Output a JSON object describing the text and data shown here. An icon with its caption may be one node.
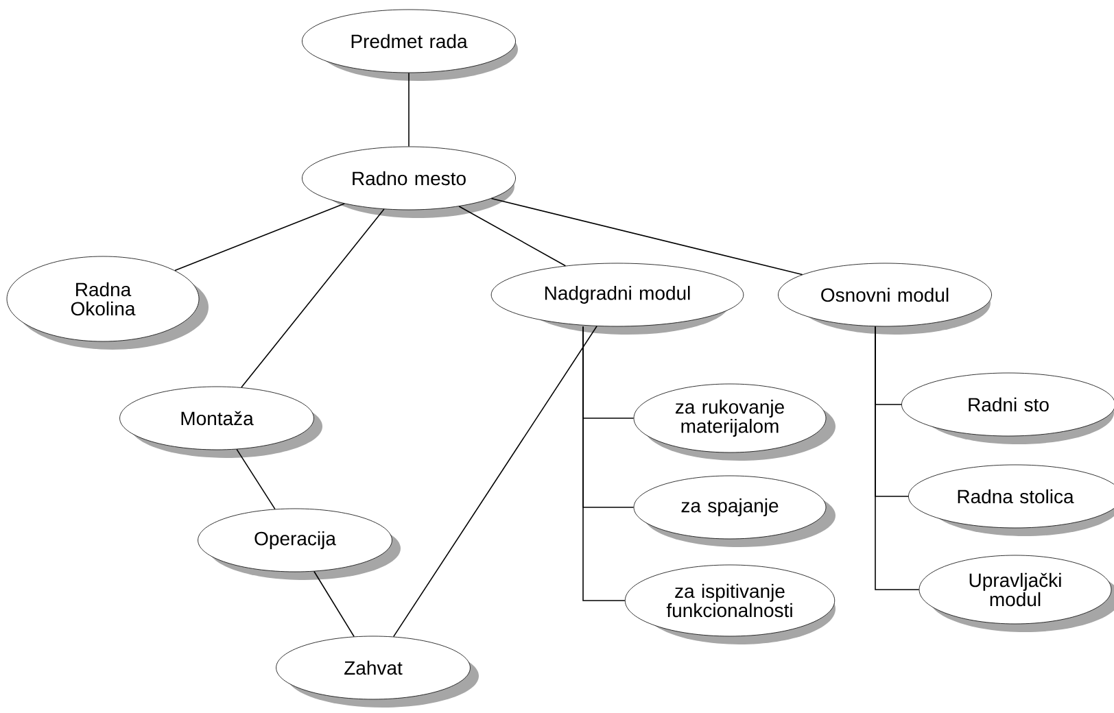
{
  "diagram": {
    "nodes": [
      {
        "text": [
          "Predmet rada"
        ]
      },
      {
        "text": [
          "Radno mesto"
        ]
      },
      {
        "text": [
          "Radna Okolina"
        ]
      },
      {
        "text": [
          "Nadgradni modul"
        ]
      },
      {
        "text": [
          "Osnovni modul"
        ]
      },
      {
        "text": [
          "Montaža"
        ]
      },
      {
        "text": [
          "za rukovanje materijalom"
        ]
      },
      {
        "text": [
          "Radni sto"
        ]
      },
      {
        "text": [
          "Radna stolica"
        ]
      },
      {
        "text": [
          "Operacija"
        ]
      },
      {
        "text": [
          "za spajanje"
        ]
      },
      {
        "text": [
          "Upravljački modul"
        ]
      },
      {
        "text": [
          "za ispitivanje funkcionalnosti"
        ]
      },
      {
        "text": [
          "Zahvat"
        ]
      }
    ],
    "edges": [
      {
        "from": 0,
        "to": 1,
        "arrow": "none"
      },
      {
        "from": 1,
        "to": 2,
        "arrow": "none"
      },
      {
        "from": 1,
        "to": 5,
        "arrow": "none"
      },
      {
        "from": 1,
        "to": 3,
        "arrow": "none"
      },
      {
        "from": 1,
        "to": 4,
        "arrow": "none"
      },
      {
        "from": 5,
        "to": 9,
        "arrow": "none"
      },
      {
        "from": 9,
        "to": 13,
        "arrow": "none"
      },
      {
        "from": 13,
        "to": 3,
        "arrow": "none"
      },
      {
        "from": 3,
        "to": 6,
        "arrow": "none"
      },
      {
        "from": 3,
        "to": 10,
        "arrow": "none"
      },
      {
        "from": 3,
        "to": 12,
        "arrow": "none"
      },
      {
        "from": 4,
        "to": 7,
        "arrow": "none"
      },
      {
        "from": 4,
        "to": 8,
        "arrow": "none"
      },
      {
        "from": 4,
        "to": 11,
        "arrow": "none"
      }
    ]
  }
}
